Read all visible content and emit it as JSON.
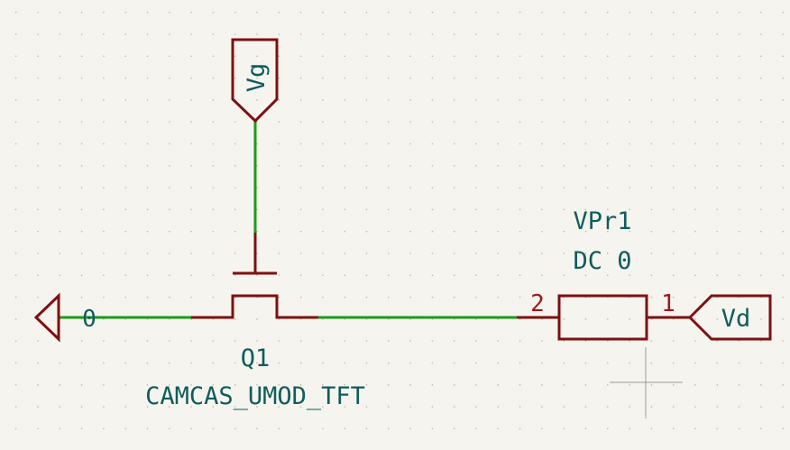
{
  "colors": {
    "background": "#f5f4ef",
    "grid_dot": "#b9b9b0",
    "wire": "#1f9a1f",
    "symbol": "#7e1010",
    "pin_number": "#a01818",
    "field_text": "#0f5c5c",
    "cursor": "#9a9a9a"
  },
  "labels": {
    "ground_net": "0",
    "vg_port": "Vg",
    "vd_port": "Vd"
  },
  "transistor": {
    "reference": "Q1",
    "value": "CAMCAS_UMOD_TFT"
  },
  "probe": {
    "reference": "VPr1",
    "value": "DC 0",
    "pin_left": "2",
    "pin_right": "1"
  }
}
